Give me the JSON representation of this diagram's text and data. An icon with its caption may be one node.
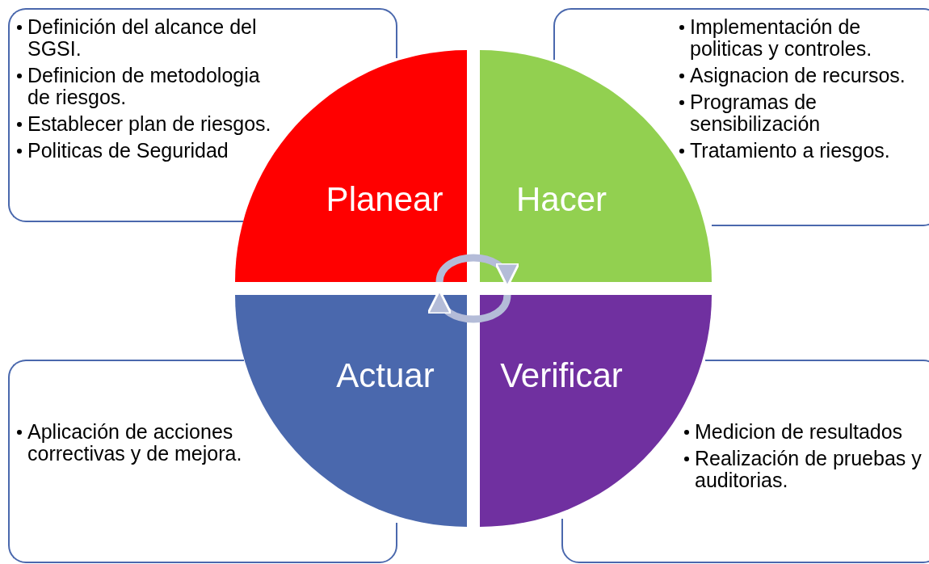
{
  "diagram": {
    "nodes": [
      {
        "text": [
          "Definición del alcance del SGSI.",
          "Definicion de metodologia de riesgos.",
          "Establecer plan de riesgos.",
          "Politicas de Seguridad"
        ]
      },
      {
        "text": [
          "Implementación de politicas y controles.",
          "Asignacion de recursos.",
          "Programas de sensibilización",
          "Tratamiento a riesgos."
        ]
      },
      {
        "text": [
          "Planear"
        ]
      },
      {
        "text": [
          "Hacer"
        ]
      },
      {
        "text": [
          "Actuar"
        ]
      },
      {
        "text": [
          "Verificar"
        ]
      },
      {
        "text": [
          "Aplicación de acciones correctivas y de mejora."
        ]
      },
      {
        "text": [
          "Medicion de resultados",
          "Realización de pruebas y auditorias."
        ]
      }
    ],
    "edges": [
      {
        "from": 2,
        "to": 3,
        "arrow": "to"
      },
      {
        "from": 5,
        "to": 4,
        "arrow": "to"
      }
    ]
  }
}
